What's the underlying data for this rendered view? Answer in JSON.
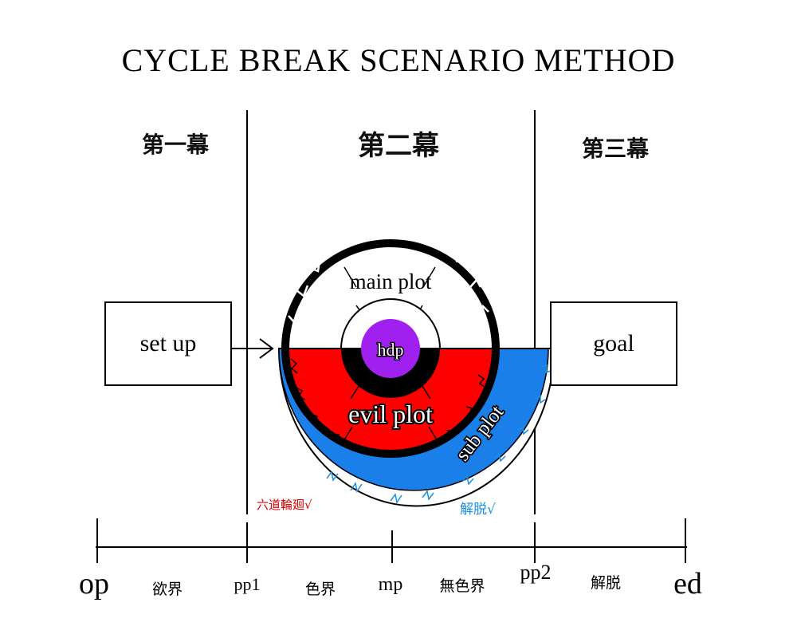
{
  "title": "CYCLE BREAK SCENARIO METHOD",
  "acts": {
    "act1": "第一幕",
    "act2": "第二幕",
    "act3": "第三幕"
  },
  "boxes": {
    "setup": "set up",
    "goal": "goal"
  },
  "circle": {
    "main_plot": "main plot",
    "hdp": "hdp",
    "evil_plot": "evil plot",
    "sub_plot": "sub plot",
    "colors": {
      "evil": "#ff0000",
      "sub": "#1a7fe8",
      "hdp": "#a020f0",
      "ring": "#000000"
    }
  },
  "annotations": {
    "rokudo": "六道輪廻√",
    "gedatsu_route": "解脱√",
    "rokudo_color": "#e00000",
    "gedatsu_color": "#1a8fe0"
  },
  "timeline": {
    "points": [
      "op",
      "pp1",
      "mp",
      "pp2",
      "ed"
    ],
    "zones": [
      "欲界",
      "色界",
      "無色界",
      "解脱"
    ]
  }
}
